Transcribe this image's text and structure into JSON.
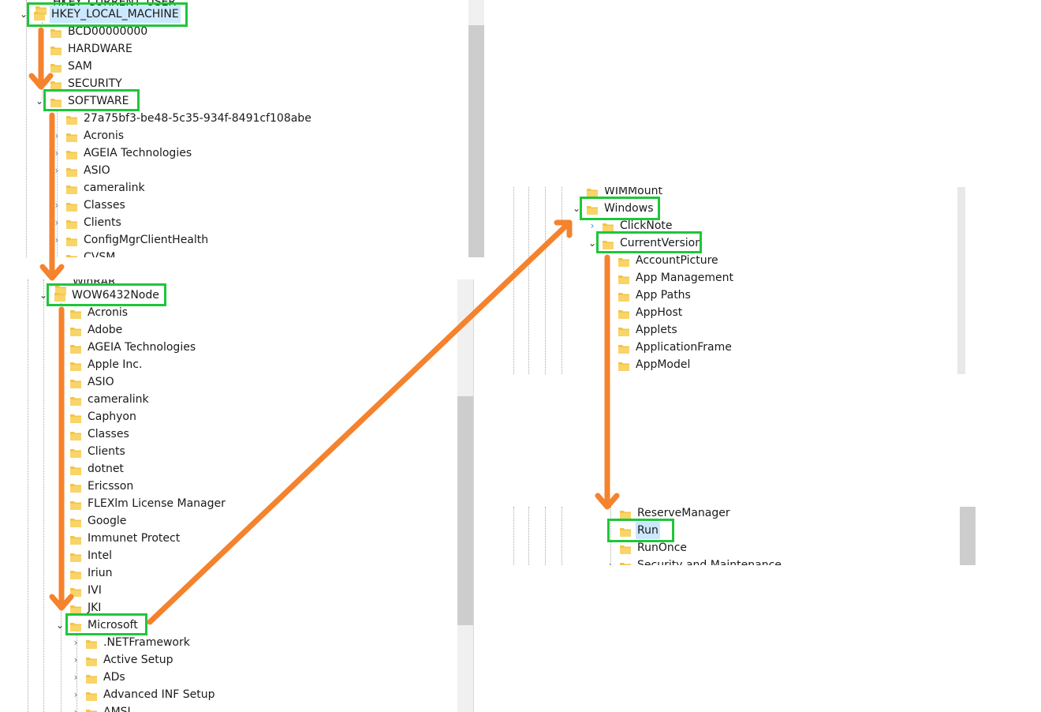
{
  "colors": {
    "highlight_box": "#1fc63a",
    "arrow": "#f5822d",
    "selection": "#cce8ff",
    "folder": "#f3c446"
  },
  "panel_a": {
    "cut_top_label": "HKEY_CURRENT_USER",
    "root": "HKEY_LOCAL_MACHINE",
    "hive_children": [
      "BCD00000000",
      "HARDWARE",
      "SAM",
      "SECURITY"
    ],
    "software": "SOFTWARE",
    "software_children": [
      "27a75bf3-be48-5c35-934f-8491cf108abe",
      "Acronis",
      "AGEIA Technologies",
      "ASIO",
      "cameralink",
      "Classes",
      "Clients",
      "ConfigMgrClientHealth",
      "CVSM"
    ]
  },
  "panel_b": {
    "cut_top_label": "WinRAR",
    "wow": "WOW6432Node",
    "wow_children": [
      "Acronis",
      "Adobe",
      "AGEIA Technologies",
      "Apple Inc.",
      "ASIO",
      "cameralink",
      "Caphyon",
      "Classes",
      "Clients",
      "dotnet",
      "Ericsson",
      "FLEXlm License Manager",
      "Google",
      "Immunet Protect",
      "Intel",
      "Iriun",
      "IVI",
      "JKI"
    ],
    "microsoft": "Microsoft",
    "microsoft_children": [
      ".NETFramework",
      "Active Setup",
      "ADs",
      "Advanced INF Setup",
      "AMSI"
    ]
  },
  "panel_c": {
    "cut_top_label": "WIMMount",
    "windows": "Windows",
    "windows_children": [
      "ClickNote"
    ],
    "currentversion": "CurrentVersion",
    "cv_children": [
      "AccountPicture",
      "App Management",
      "App Paths",
      "AppHost",
      "Applets",
      "ApplicationFrame",
      "AppModel"
    ]
  },
  "panel_d": {
    "items": [
      "ReserveManager",
      "Run",
      "RunOnce",
      "Security and Maintenance"
    ]
  }
}
